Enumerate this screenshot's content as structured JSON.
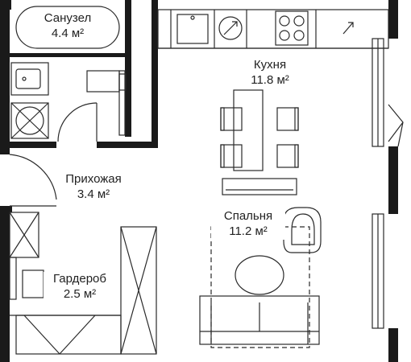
{
  "colors": {
    "wall": "#1a1a1a",
    "line": "#2a2a2a",
    "background": "#ffffff",
    "text": "#222222"
  },
  "rooms": [
    {
      "id": "bathroom",
      "name": "Санузел",
      "area": "4.4 м²"
    },
    {
      "id": "kitchen",
      "name": "Кухня",
      "area": "11.8 м²"
    },
    {
      "id": "hallway",
      "name": "Прихожая",
      "area": "3.4 м²"
    },
    {
      "id": "bedroom",
      "name": "Спальня",
      "area": "11.2 м²"
    },
    {
      "id": "wardrobe",
      "name": "Гардероб",
      "area": "2.5 м²"
    }
  ]
}
